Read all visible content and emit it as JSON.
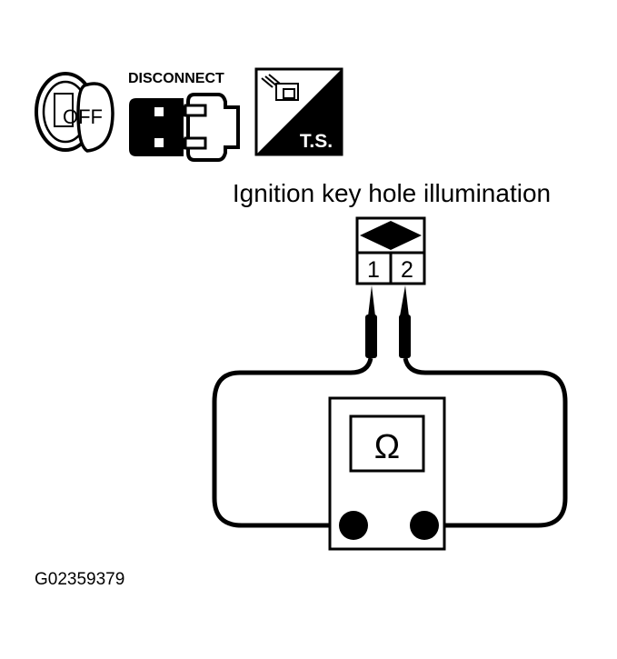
{
  "icons": {
    "key_switch": {
      "icon": "ignition-key-off-icon",
      "label": "OFF"
    },
    "disconnect": {
      "icon": "connector-disconnect-icon",
      "label": "DISCONNECT"
    },
    "ts": {
      "icon": "ts-connector-icon",
      "label": "T.S."
    }
  },
  "connector": {
    "title": "Ignition key hole illumination",
    "terminals": [
      "1",
      "2"
    ]
  },
  "meter": {
    "symbol": "Ω"
  },
  "figure_id": "G02359379"
}
